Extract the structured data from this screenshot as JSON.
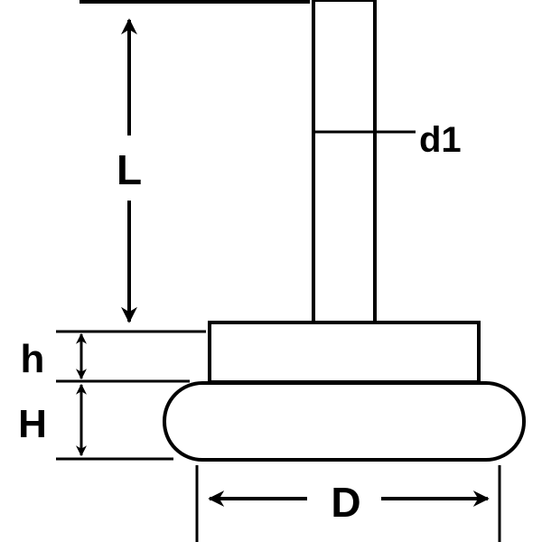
{
  "diagram": {
    "colors": {
      "ink": "#000000",
      "fill": "#ffffff"
    },
    "labels": {
      "L": "L",
      "d1": "d1",
      "h": "h",
      "H": "H",
      "D": "D"
    }
  }
}
